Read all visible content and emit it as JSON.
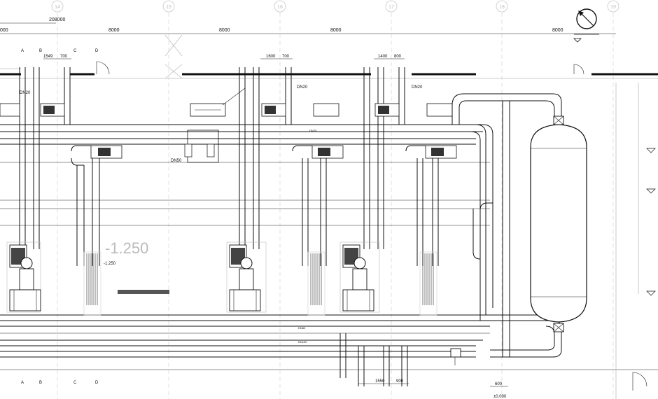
{
  "grid_axes": [
    "14",
    "15",
    "16",
    "17",
    "18",
    "19"
  ],
  "dims_top": {
    "total": "208000",
    "left_edge": "000",
    "spans": [
      "8000",
      "8000",
      "8000",
      "8000"
    ]
  },
  "column_labels_top": [
    "A",
    "B",
    "C",
    "D"
  ],
  "column_labels_bottom": [
    "A",
    "B",
    "C",
    "D"
  ],
  "unit_dims": {
    "unit1": [
      "1549",
      "700"
    ],
    "unit2": [
      "1600",
      "700"
    ],
    "unit3": [
      "1400",
      "800"
    ]
  },
  "bottom_dims": [
    "1550",
    "900",
    "600"
  ],
  "pipe_labels": {
    "dn20": "DN20",
    "dn25": "DN25",
    "dn50": "DN50",
    "dn80": "DN80",
    "dn150": "DN150"
  },
  "elevation": "-1.250",
  "elevation_small": "-1.250",
  "level_bottom": "±0.000"
}
